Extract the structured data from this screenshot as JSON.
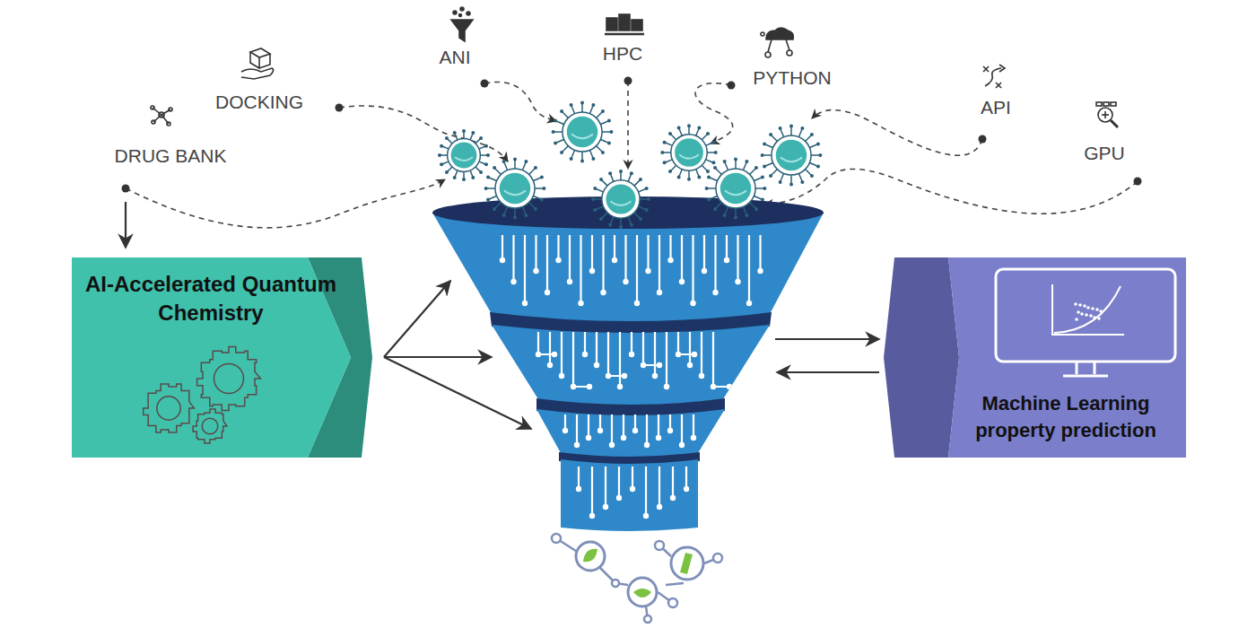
{
  "diagram": {
    "nodes": [
      {
        "text": [
          "AI-Accelerated Quantum Chemistry"
        ]
      },
      {
        "text": [
          "Machine Learning property prediction"
        ]
      }
    ],
    "labels": [
      "DRUG BANK",
      "DOCKING",
      "ANI",
      "HPC",
      "PYTHON",
      "API",
      "GPU"
    ]
  }
}
